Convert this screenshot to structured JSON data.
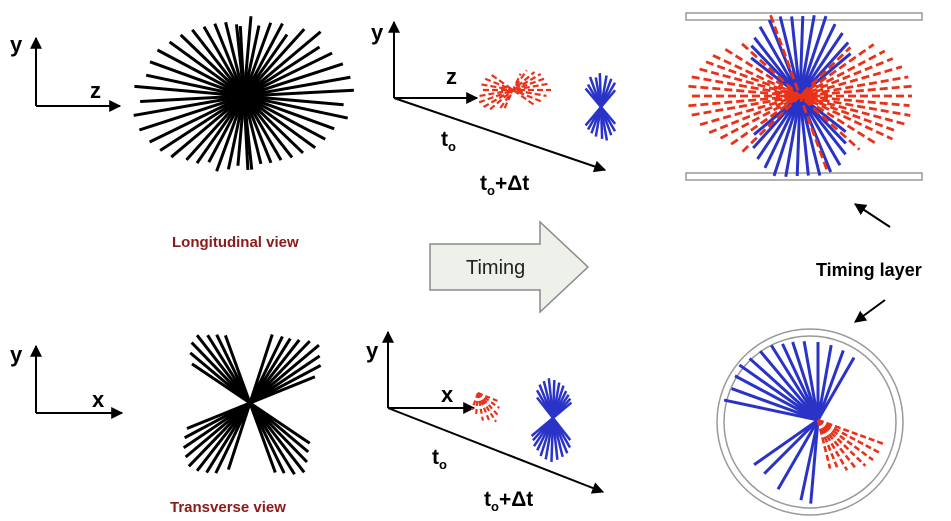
{
  "colors": {
    "black_tracks": "#000000",
    "blue_tracks": "#2a33c8",
    "red_tracks": "#e8321a",
    "view_title": "#8b1a1a",
    "arrow_fill": "#eef0ea",
    "arrow_stroke": "#8a8a8a",
    "layer_gray": "#999999"
  },
  "longitudinal": {
    "title": "Longitudinal view",
    "axis_y": "y",
    "axis_h": "z",
    "timed_axis_y": "y",
    "timed_axis_h": "z",
    "t0_prefix": "t",
    "t0_sub": "o",
    "t1_prefix": "t",
    "t1_sub": "o",
    "t1_suffix": "+Δt"
  },
  "transverse": {
    "title": "Transverse view",
    "axis_y": "y",
    "axis_h": "x",
    "timed_axis_y": "y",
    "timed_axis_h": "x",
    "t0_prefix": "t",
    "t0_sub": "o",
    "t1_prefix": "t",
    "t1_sub": "o",
    "t1_suffix": "+Δt"
  },
  "arrow": {
    "label": "Timing"
  },
  "detector": {
    "timing_layer_label": "Timing layer"
  }
}
